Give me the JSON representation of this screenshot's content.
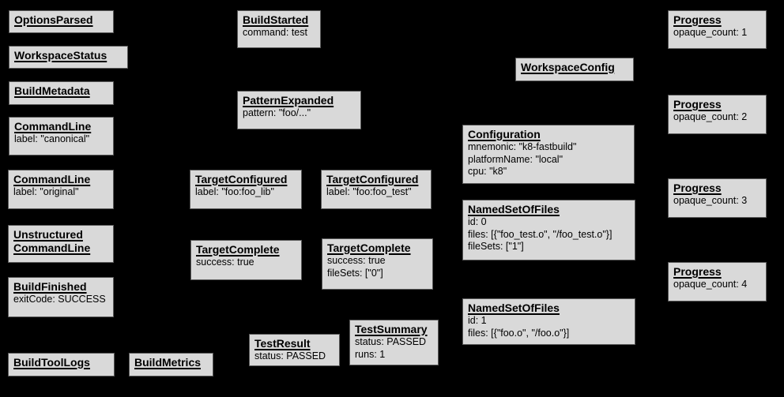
{
  "canvas": {
    "background_color": "#000000",
    "node_fill_color": "#d9d9d9",
    "node_border_color": "#5a5a5a",
    "node_text_color": "#000000"
  },
  "nodes": {
    "options_parsed": {
      "title": "OptionsParsed"
    },
    "workspace_status": {
      "title": "WorkspaceStatus"
    },
    "build_metadata": {
      "title": "BuildMetadata"
    },
    "command_line_canonical": {
      "title": "CommandLine",
      "lines": [
        "label: \"canonical\""
      ]
    },
    "command_line_original": {
      "title": "CommandLine",
      "lines": [
        "label: \"original\""
      ]
    },
    "unstructured_command_line": {
      "title": "Unstructured CommandLine"
    },
    "build_finished": {
      "title": "BuildFinished",
      "lines": [
        "exitCode: SUCCESS"
      ]
    },
    "build_tool_logs": {
      "title": "BuildToolLogs"
    },
    "build_metrics": {
      "title": "BuildMetrics"
    },
    "build_started": {
      "title": "BuildStarted",
      "lines": [
        "command: test"
      ]
    },
    "pattern_expanded": {
      "title": "PatternExpanded",
      "lines": [
        "pattern: \"foo/...\""
      ]
    },
    "target_configured_lib": {
      "title": "TargetConfigured",
      "lines": [
        "label: \"foo:foo_lib\""
      ]
    },
    "target_configured_test": {
      "title": "TargetConfigured",
      "lines": [
        "label: \"foo:foo_test\""
      ]
    },
    "target_complete_lib": {
      "title": "TargetComplete",
      "lines": [
        "success: true"
      ]
    },
    "target_complete_test": {
      "title": "TargetComplete",
      "lines": [
        "success: true",
        "fileSets: [\"0\"]"
      ]
    },
    "test_result": {
      "title": "TestResult",
      "lines": [
        "status: PASSED"
      ]
    },
    "test_summary": {
      "title": "TestSummary",
      "lines": [
        "status: PASSED",
        "runs: 1"
      ]
    },
    "workspace_config": {
      "title": "WorkspaceConfig"
    },
    "configuration": {
      "title": "Configuration",
      "lines": [
        "mnemonic: \"k8-fastbuild\"",
        "platformName: \"local\"",
        "cpu: \"k8\""
      ]
    },
    "named_set_of_files_0": {
      "title": "NamedSetOfFiles",
      "lines": [
        "id: 0",
        "files: [{\"foo_test.o\", \"/foo_test.o\"}]",
        "fileSets: [\"1\"]"
      ]
    },
    "named_set_of_files_1": {
      "title": "NamedSetOfFiles",
      "lines": [
        "id: 1",
        "files: [{\"foo.o\", \"/foo.o\"}]"
      ]
    },
    "progress_1": {
      "title": "Progress",
      "lines": [
        "opaque_count: 1"
      ]
    },
    "progress_2": {
      "title": "Progress",
      "lines": [
        "opaque_count: 2"
      ]
    },
    "progress_3": {
      "title": "Progress",
      "lines": [
        "opaque_count: 3"
      ]
    },
    "progress_4": {
      "title": "Progress",
      "lines": [
        "opaque_count: 4"
      ]
    }
  }
}
